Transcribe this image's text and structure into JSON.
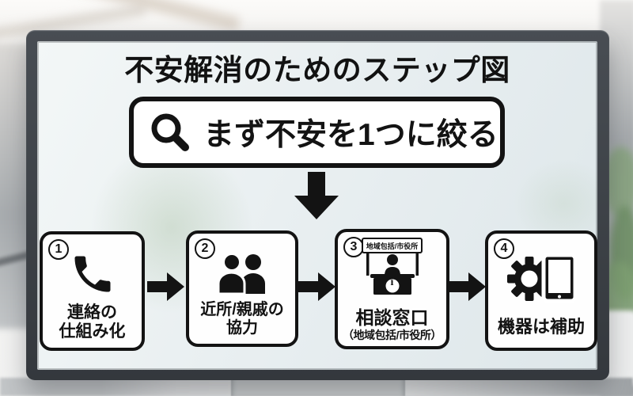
{
  "slide": {
    "title": "不安解消のためのステップ図",
    "search_banner": {
      "icon": "magnifier",
      "label": "まず不安を1つに絞る"
    },
    "steps": [
      {
        "number": "1",
        "icon": "phone-handset",
        "label_line1": "連絡の",
        "label_line2": "仕組み化"
      },
      {
        "number": "2",
        "icon": "two-people",
        "label_line1": "近所/親戚の",
        "label_line2": "協力"
      },
      {
        "number": "3",
        "icon": "information-desk",
        "desk_sign": "地域包括/市役所",
        "info_symbol": "i",
        "label_line1": "相談窓口",
        "label_line2": "（地域包括/市役所）"
      },
      {
        "number": "4",
        "icon": "gear-and-tablet",
        "label_line1": "機器は補助"
      }
    ],
    "colors": {
      "ink": "#131313",
      "card_background": "#ffffff",
      "screen_background": "#e9eff1",
      "bezel": "#3a3f45",
      "plant_green": "#84a27a"
    }
  }
}
